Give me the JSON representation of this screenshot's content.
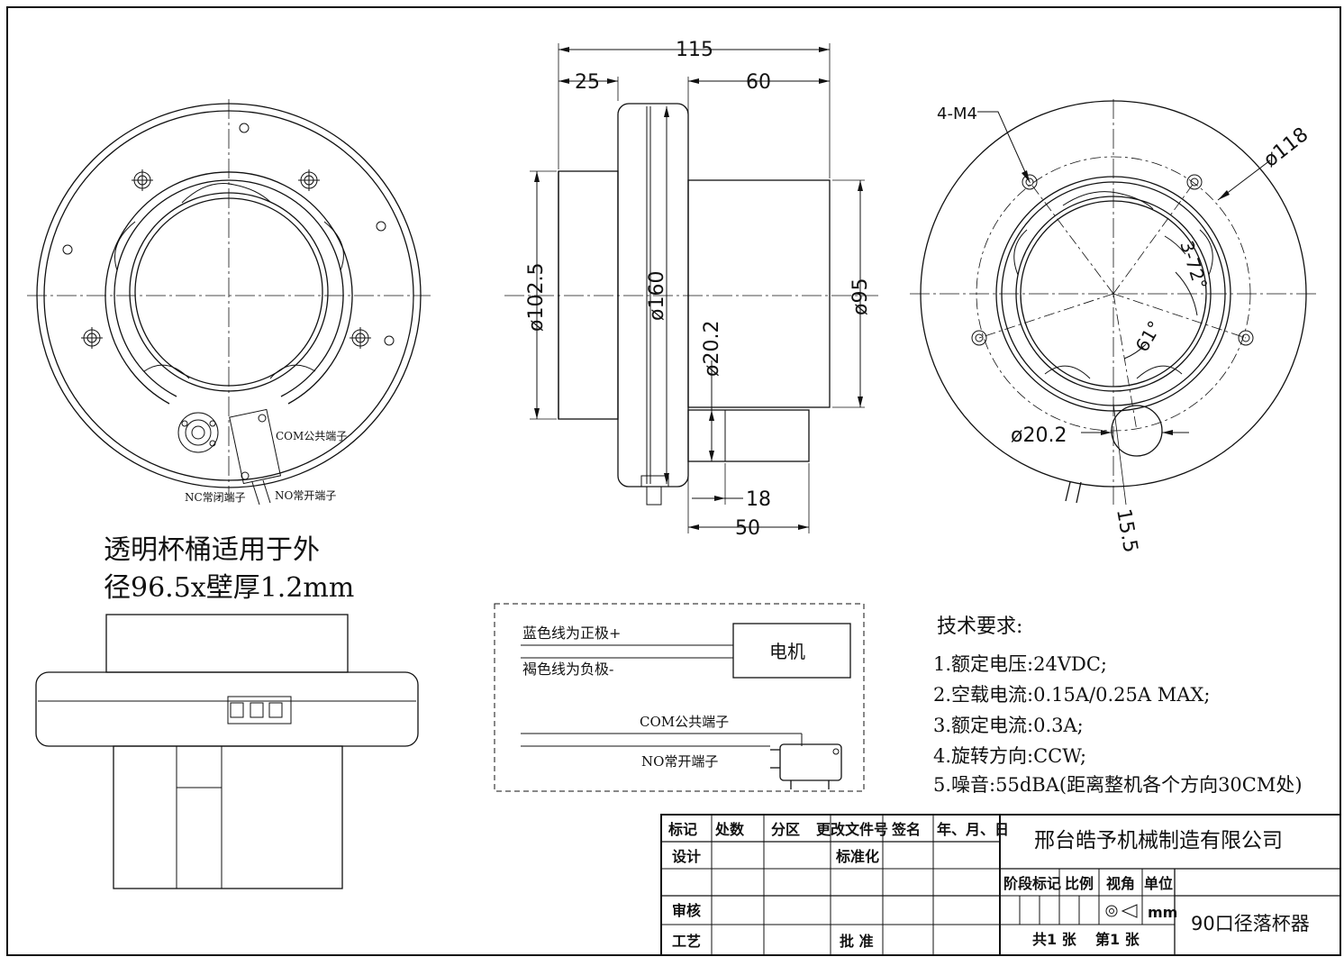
{
  "views": {
    "front": {
      "terminal_com": "COM公共端子",
      "terminal_nc": "NC常闭端子",
      "terminal_no": "NO常开端子"
    },
    "side": {
      "dim_overall_length": "115",
      "dim_flange": "25",
      "dim_body": "60",
      "dim_dia_small": "ø102.5",
      "dim_dia_flange": "ø160",
      "dim_dia_body": "ø95",
      "dim_dia_shaft": "ø20.2",
      "dim_shaft_18": "18",
      "dim_shaft_50": "50"
    },
    "rear": {
      "hole_callout": "4-M4",
      "dim_pcd": "ø118",
      "dim_angle_72": "3-72°",
      "dim_angle_61": "61°",
      "dim_dia_shaft": "ø20.2",
      "dim_offset": "15.5"
    }
  },
  "note_bucket": {
    "line1": "透明杯桶适用于外",
    "line2": "径96.5x壁厚1.2mm"
  },
  "wiring": {
    "blue_wire": "蓝色线为正极+",
    "brown_wire": "褐色线为负极-",
    "motor": "电机",
    "com_terminal": "COM公共端子",
    "no_terminal": "NO常开端子"
  },
  "tech_requirements": {
    "title": "技术要求:",
    "items": [
      "1.额定电压:24VDC;",
      "2.空载电流:0.15A/0.25A MAX;",
      "3.额定电流:0.3A;",
      "4.旋转方向:CCW;",
      "5.噪音:55dBA(距离整机各个方向30CM处)"
    ]
  },
  "title_block": {
    "h_mark": "标记",
    "h_count": "处数",
    "h_zone": "分区",
    "h_docno": "更改文件号",
    "h_sign": "签名",
    "h_date": "年、月、日",
    "design": "设计",
    "standard": "标准化",
    "review": "审核",
    "process": "工艺",
    "approve": "批 准",
    "company": "邢台皓予机械制造有限公司",
    "stage": "阶段标记",
    "scale": "比例",
    "view": "视角",
    "unit": "单位",
    "unit_value": "mm",
    "sheets_total": "共1 张",
    "sheet_no": "第1 张",
    "part_name": "90口径落杯器"
  }
}
